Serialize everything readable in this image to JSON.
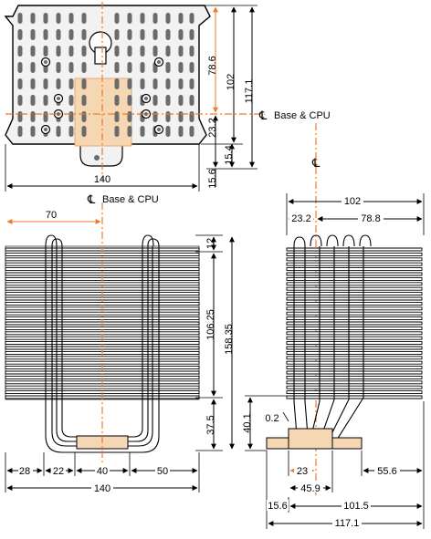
{
  "top_view": {
    "dims": {
      "height_78_6": "78.6",
      "height_102": "102",
      "height_117_1": "117.1",
      "offset_23_2": "23.2",
      "offset_15_4": "15.4",
      "offset_15_6": "15.6",
      "width_140": "140"
    },
    "centerline_label": "Base & CPU",
    "centerline_symbol": "℄"
  },
  "front_view": {
    "centerline_label": "Base & CPU",
    "centerline_symbol": "℄",
    "dims": {
      "center_70": "70",
      "top_12": "12",
      "fins_106_25": "106.25",
      "total_158_35": "158.35",
      "bottom_37_5": "37.5",
      "left_28": "28",
      "seg_22": "22",
      "seg_40": "40",
      "seg_50": "50",
      "width_140": "140"
    }
  },
  "side_view": {
    "centerline_symbol": "℄",
    "dims": {
      "top_102": "102",
      "left_23_2": "23.2",
      "right_78_8": "78.8",
      "height_40_1": "40.1",
      "gap_0_2": "0.2",
      "base_23": "23",
      "base_45_9": "45.9",
      "right_55_6": "55.6",
      "left_15_6": "15.6",
      "right_101_5": "101.5",
      "total_117_1": "117.1"
    }
  },
  "colors": {
    "line": "#000000",
    "center_line": "#f07a2a",
    "base_fill": "#f6d7b4",
    "plate_fill": "#f2f2f2",
    "hole_fill": "#6b6b6b"
  }
}
